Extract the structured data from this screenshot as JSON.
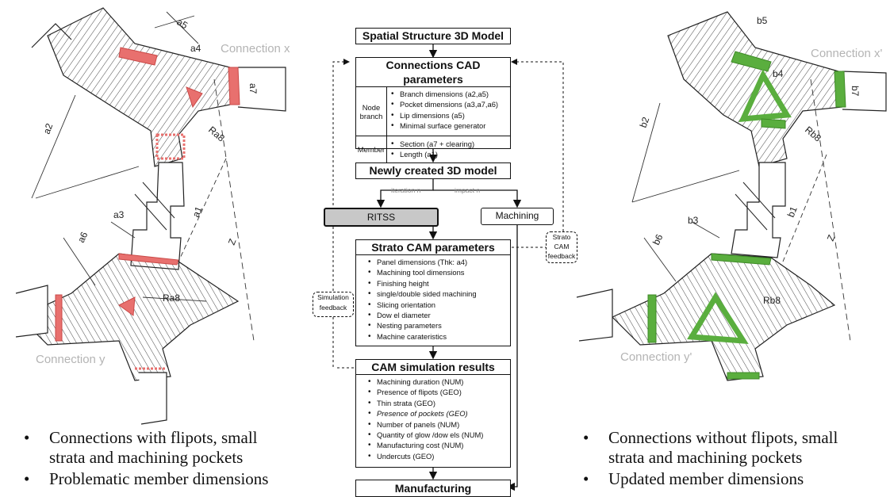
{
  "left_drawing": {
    "connection_top": "Connection x",
    "connection_bottom": "Connection y",
    "dims": {
      "a5": "a5",
      "a4": "a4",
      "a7": "a7",
      "a2": "a2",
      "ra8_top": "Ra8",
      "a1": "a1",
      "z": "Z",
      "a3": "a3",
      "a6": "a6",
      "ra8_bottom": "Ra8"
    },
    "highlight_color": "#e8706e"
  },
  "right_drawing": {
    "connection_top": "Connection x'",
    "connection_bottom": "Connection y'",
    "dims": {
      "b5": "b5",
      "b4": "b4",
      "b7": "b7",
      "b2": "b2",
      "rb8_top": "Rb8",
      "b1": "b1",
      "z": "Z",
      "b3": "b3",
      "b6": "b6",
      "rb8_bottom": "Rb8"
    },
    "highlight_color": "#5aae3e"
  },
  "flowchart": {
    "model": "Spatial Structure 3D Model",
    "cad": {
      "title": "Connections CAD parameters",
      "node_label_1": "Node",
      "node_label_2": "branch",
      "node_items": [
        "Branch dimensions (a2,a5)",
        "Pocket dimensions (a3,a7,a6)",
        "Lip dimensions (a5)",
        "Minimal surface generator"
      ],
      "member_label": "Member",
      "member_items": [
        "Section (a7 + clearing)",
        "Length (a1)"
      ]
    },
    "new_model": "Newly created 3D model",
    "edge_iteration": "iteration n",
    "edge_impact": "impact n",
    "ritss": "RITSS",
    "machining": "Machining",
    "strato_feedback": [
      "Strato",
      "CAM",
      "feedback"
    ],
    "strato": {
      "title": "Strato CAM parameters",
      "items": [
        "Panel dimensions (Thk: a4)",
        "Machining tool dimensions",
        "Finishing height",
        "single/double sided machining",
        "Slicing orientation",
        "Dow el diameter",
        "Nesting parameters",
        "Machine carateristics"
      ]
    },
    "simulation_feedback": [
      "Simulation",
      "feedback"
    ],
    "results": {
      "title": "CAM simulation results",
      "items": [
        "Machining duration (NUM)",
        "Presence of flipots (GEO)",
        "Thin strata (GEO)",
        "Presence of pockets (GEO)",
        "Number of panels (NUM)",
        "Quantity of glow /dow els (NUM)",
        "Manufacturing cost (NUM)",
        "Undercuts (GEO)"
      ]
    },
    "manufacturing": "Manufacturing",
    "ritss_fill": "#c8c8c8"
  },
  "left_bullets": [
    "Connections with flipots, small strata and machining pockets",
    "Problematic member dimensions"
  ],
  "right_bullets": [
    "Connections without flipots, small strata and machining pockets",
    "Updated member dimensions"
  ]
}
